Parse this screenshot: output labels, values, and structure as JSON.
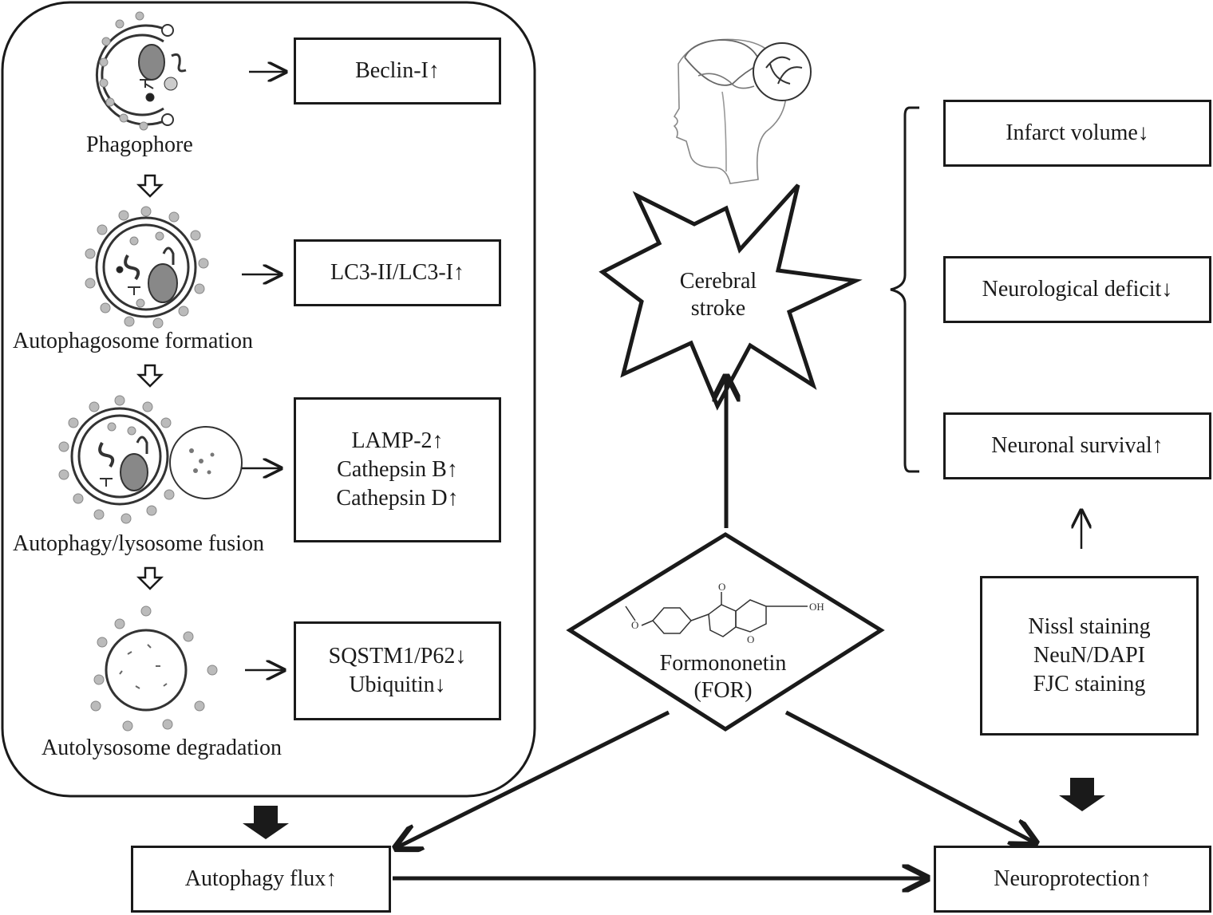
{
  "stages": [
    {
      "label": "Phagophore",
      "markers": [
        "Beclin-I↑"
      ]
    },
    {
      "label": "Autophagosome formation",
      "markers": [
        "LC3-II/LC3-I↑"
      ]
    },
    {
      "label": "Autophagy/lysosome fusion",
      "markers": [
        "LAMP-2↑",
        "Cathepsin B↑",
        "Cathepsin D↑"
      ]
    },
    {
      "label": "Autolysosome degradation",
      "markers": [
        "SQSTM1/P62↓",
        "Ubiquitin↓"
      ]
    }
  ],
  "autophagy_flux": "Autophagy flux↑",
  "neuroprotection": "Neuroprotection↑",
  "stroke": [
    "Cerebral",
    "stroke"
  ],
  "drug": {
    "name": "Formononetin",
    "abbr": "(FOR)",
    "oh_label": "OH",
    "o_label": "O"
  },
  "outcomes": [
    "Infarct volume↓",
    "Neurological deficit↓",
    "Neuronal survival↑"
  ],
  "methods": [
    "Nissl staining",
    "NeuN/DAPI",
    "FJC staining"
  ]
}
